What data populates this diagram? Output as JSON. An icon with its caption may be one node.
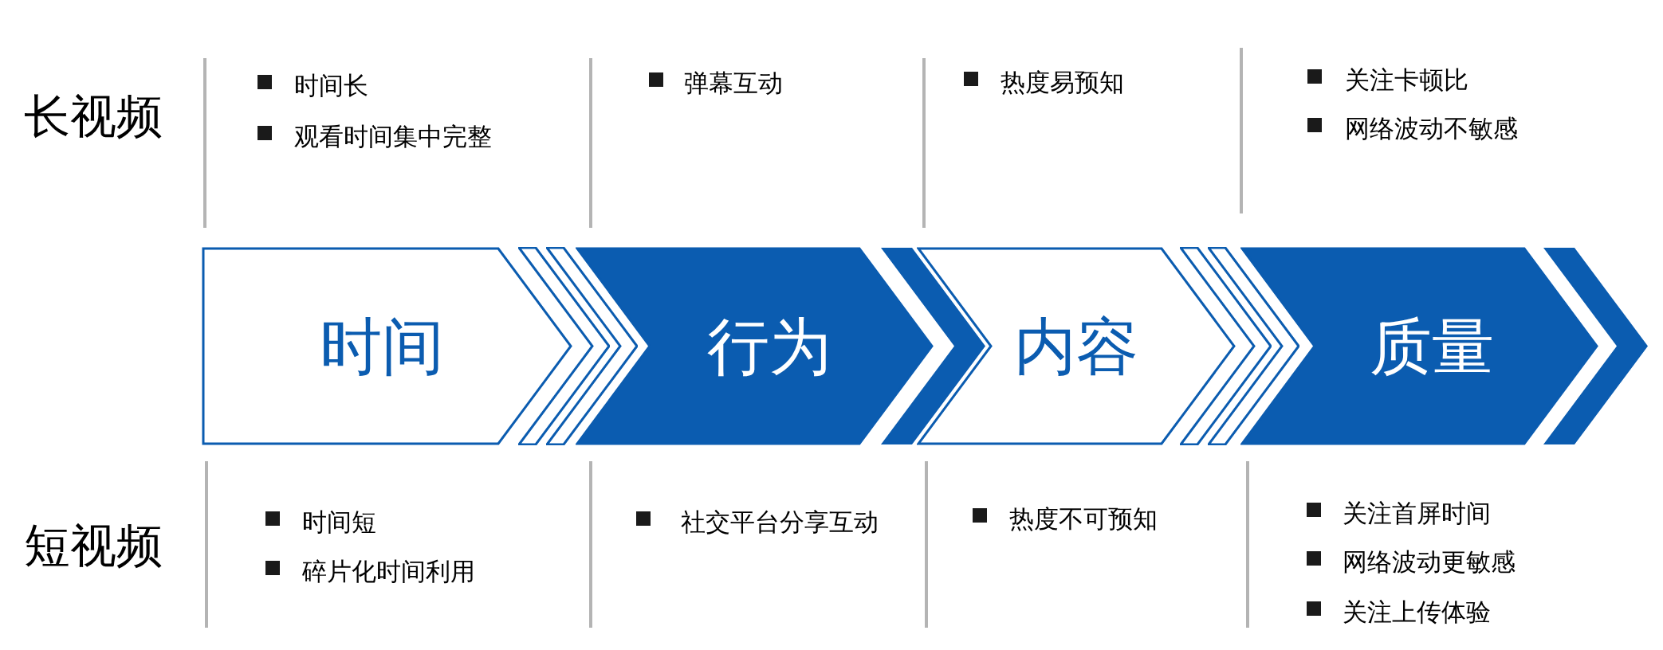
{
  "diagram": {
    "nodes": [
      {
        "text": [
          "时间"
        ]
      },
      {
        "text": [
          "行为"
        ]
      },
      {
        "text": [
          "内容"
        ]
      },
      {
        "text": [
          "质量"
        ]
      }
    ],
    "labels": [
      "长视频",
      "时间长",
      "观看时间集中完整",
      "弹幕互动",
      "热度易预知",
      "关注卡顿比",
      "网络波动不敏感",
      "短视频",
      "时间短",
      "碎片化时间利用",
      "社交平台分享互动",
      "热度不可预知",
      "关注首屏时间",
      "网络波动更敏感",
      "关注上传体验"
    ]
  }
}
